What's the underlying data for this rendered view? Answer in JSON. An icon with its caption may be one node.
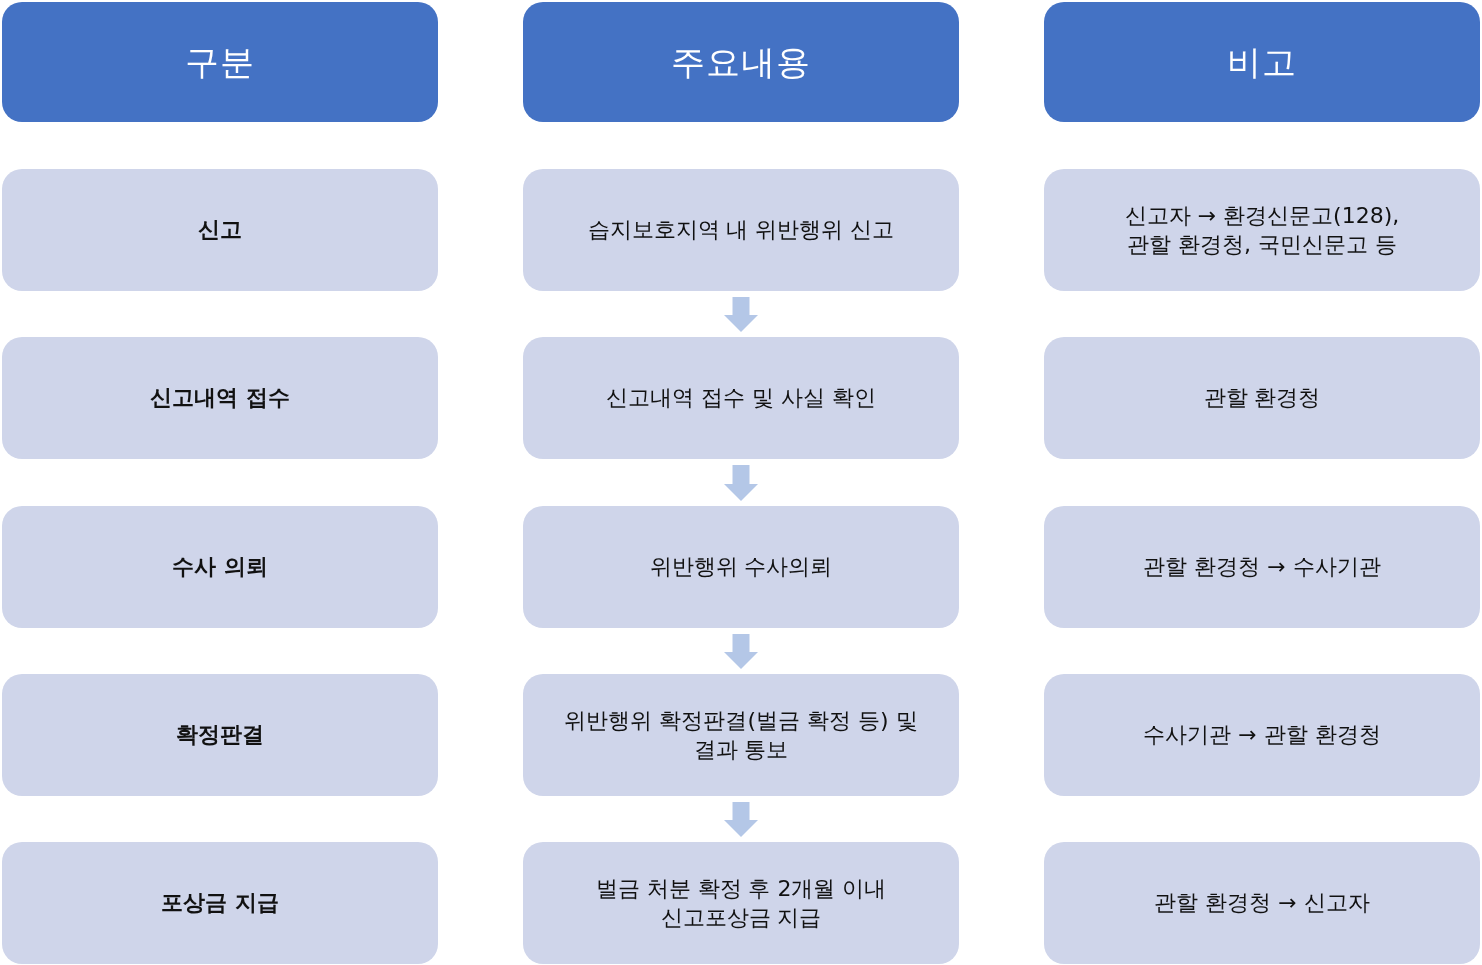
{
  "diagram": {
    "nodes": [
      {
        "text": [
          "구분"
        ]
      },
      {
        "text": [
          "주요내용"
        ]
      },
      {
        "text": [
          "비고"
        ]
      },
      {
        "text": [
          "신고"
        ]
      },
      {
        "text": [
          "습지보호지역 내 위반행위 신고"
        ]
      },
      {
        "text": [
          "신고자 → 환경신문고(128), 관할 환경청, 국민신문고 등"
        ]
      },
      {
        "text": [
          "신고내역 접수"
        ]
      },
      {
        "text": [
          "신고내역 접수 및 사실 확인"
        ]
      },
      {
        "text": [
          "관할 환경청"
        ]
      },
      {
        "text": [
          "수사 의뢰"
        ]
      },
      {
        "text": [
          "위반행위 수사의뢰"
        ]
      },
      {
        "text": [
          "관할 환경청 → 수사기관"
        ]
      },
      {
        "text": [
          "확정판결"
        ]
      },
      {
        "text": [
          "위반행위 확정판결(벌금 확정 등) 및 결과 통보"
        ]
      },
      {
        "text": [
          "수사기관 → 관할 환경청"
        ]
      },
      {
        "text": [
          "포상금 지급"
        ]
      },
      {
        "text": [
          "벌금 처분 확정 후 2개월 이내 신고포상금 지급"
        ]
      },
      {
        "text": [
          "관할 환경청 → 신고자"
        ]
      }
    ],
    "edges": [
      {
        "from": 4,
        "to": 7,
        "arrow": "to"
      },
      {
        "from": 7,
        "to": 10,
        "arrow": "to"
      },
      {
        "from": 10,
        "to": 13,
        "arrow": "to"
      },
      {
        "from": 13,
        "to": 16,
        "arrow": "to"
      }
    ]
  }
}
